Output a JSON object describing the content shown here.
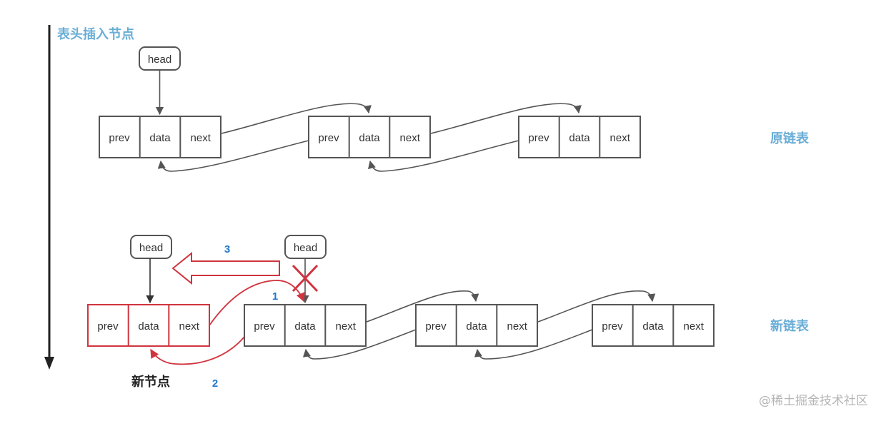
{
  "title": "表头插入节点",
  "original_list_label": "原链表",
  "new_list_label": "新链表",
  "new_node_label": "新节点",
  "head_label": "head",
  "node_fields": [
    "prev",
    "data",
    "next"
  ],
  "step_labels": [
    "1",
    "2",
    "3"
  ],
  "watermark": "@稀土掘金技术社区",
  "colors": {
    "accent": "#6aaed6",
    "highlight": "#d0343f",
    "line": "#555555",
    "step": "#1f78c8"
  }
}
